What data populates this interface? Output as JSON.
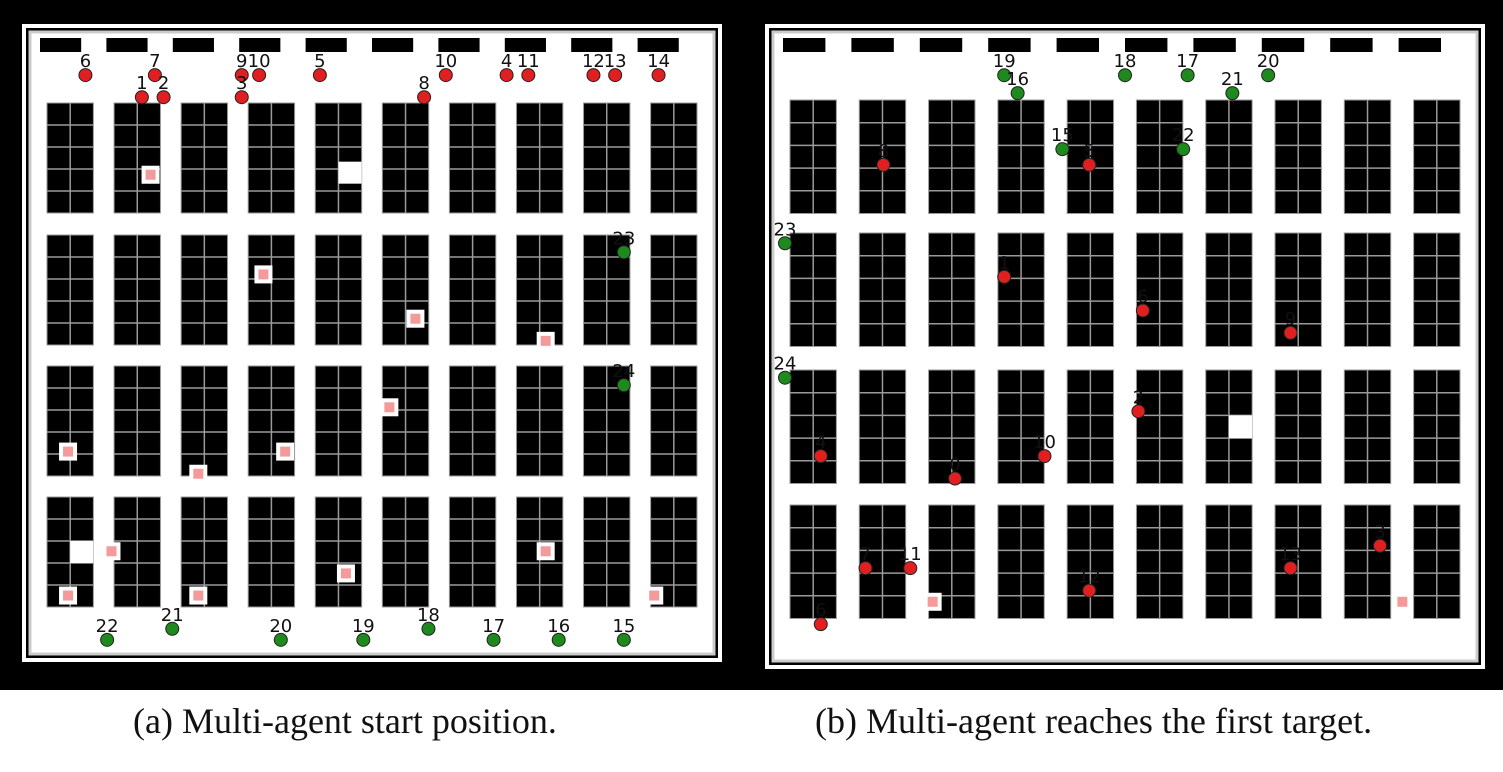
{
  "colors": {
    "frame": "#000000",
    "floor": "#ffffff",
    "shelf": "#000000",
    "shelf_grid": "#9a9a9a",
    "agent_red": "#e02020",
    "agent_green": "#1e8a1e",
    "target": "#f39a9a"
  },
  "panels": [
    {
      "id": "a",
      "caption": "(a) Multi-agent start position.",
      "red_agents": [
        {
          "label": "6",
          "col": 1,
          "row": 0.5
        },
        {
          "label": "7",
          "col": 2.6,
          "row": 0.5
        },
        {
          "label": "1",
          "col": 2.3,
          "row": 1.5
        },
        {
          "label": "2",
          "col": 2.8,
          "row": 1.5
        },
        {
          "label": "9",
          "col": 4.6,
          "row": 0.5
        },
        {
          "label": "3",
          "col": 4.6,
          "row": 1.5
        },
        {
          "label": "10",
          "col": 5.0,
          "row": 0.5
        },
        {
          "label": "5",
          "col": 6.4,
          "row": 0.5
        },
        {
          "label": "8",
          "col": 8.8,
          "row": 1.5
        },
        {
          "label": "10",
          "col": 9.3,
          "row": 0.5
        },
        {
          "label": "4",
          "col": 10.7,
          "row": 0.5
        },
        {
          "label": "11",
          "col": 11.2,
          "row": 0.5
        },
        {
          "label": "12",
          "col": 12.7,
          "row": 0.5
        },
        {
          "label": "13",
          "col": 13.2,
          "row": 0.5
        },
        {
          "label": "14",
          "col": 14.2,
          "row": 0.5
        }
      ],
      "green_agents": [
        {
          "label": "22",
          "col": 1.5,
          "row": 26
        },
        {
          "label": "21",
          "col": 3.0,
          "row": 25.5
        },
        {
          "label": "20",
          "col": 5.5,
          "row": 26
        },
        {
          "label": "19",
          "col": 7.4,
          "row": 26
        },
        {
          "label": "18",
          "col": 8.9,
          "row": 25.5
        },
        {
          "label": "17",
          "col": 10.4,
          "row": 26
        },
        {
          "label": "16",
          "col": 11.9,
          "row": 26
        },
        {
          "label": "15",
          "col": 13.4,
          "row": 26
        },
        {
          "label": "23",
          "col": 13.4,
          "row": 8.5
        },
        {
          "label": "24",
          "col": 13.4,
          "row": 14.5
        }
      ],
      "targets": [
        {
          "col": 2.5,
          "row": 5
        },
        {
          "col": 5.1,
          "row": 9.5
        },
        {
          "col": 8.6,
          "row": 11.5
        },
        {
          "col": 11.6,
          "row": 12.5
        },
        {
          "col": 8.0,
          "row": 15.5
        },
        {
          "col": 0.6,
          "row": 17.5
        },
        {
          "col": 3.6,
          "row": 18.5
        },
        {
          "col": 5.6,
          "row": 17.5
        },
        {
          "col": 1.6,
          "row": 22
        },
        {
          "col": 0.6,
          "row": 24
        },
        {
          "col": 3.6,
          "row": 24
        },
        {
          "col": 7.0,
          "row": 23
        },
        {
          "col": 11.6,
          "row": 22
        },
        {
          "col": 14.1,
          "row": 24
        }
      ],
      "gaps": [
        {
          "block": 4,
          "rows": [
            4
          ]
        },
        {
          "block": 30,
          "rows": [
            3
          ]
        }
      ]
    },
    {
      "id": "b",
      "caption": "(b) Multi-agent reaches the first target.",
      "red_agents": [
        {
          "label": "8",
          "col": 2.2,
          "row": 4.5
        },
        {
          "label": "5",
          "col": 6.8,
          "row": 4.5
        },
        {
          "label": "1",
          "col": 4.9,
          "row": 9.5
        },
        {
          "label": "6",
          "col": 8.0,
          "row": 11
        },
        {
          "label": "9",
          "col": 11.3,
          "row": 12
        },
        {
          "label": "2",
          "col": 7.9,
          "row": 15.5
        },
        {
          "label": "4",
          "col": 0.8,
          "row": 17.5
        },
        {
          "label": "10",
          "col": 5.8,
          "row": 17.5
        },
        {
          "label": "0",
          "col": 3.8,
          "row": 18.5
        },
        {
          "label": "7",
          "col": 1.8,
          "row": 22.5
        },
        {
          "label": "11",
          "col": 2.8,
          "row": 22.5
        },
        {
          "label": "12",
          "col": 6.8,
          "row": 23.5
        },
        {
          "label": "13",
          "col": 11.3,
          "row": 22.5
        },
        {
          "label": "3",
          "col": 13.3,
          "row": 21.5
        },
        {
          "label": "6",
          "col": 0.8,
          "row": 25
        }
      ],
      "green_agents": [
        {
          "label": "19",
          "col": 4.9,
          "row": 0.5
        },
        {
          "label": "16",
          "col": 5.2,
          "row": 1.3
        },
        {
          "label": "18",
          "col": 7.6,
          "row": 0.5
        },
        {
          "label": "17",
          "col": 9.0,
          "row": 0.5
        },
        {
          "label": "20",
          "col": 10.8,
          "row": 0.5
        },
        {
          "label": "21",
          "col": 10.0,
          "row": 1.3
        },
        {
          "label": "15",
          "col": 6.2,
          "row": 3.8
        },
        {
          "label": "22",
          "col": 8.9,
          "row": 3.8
        },
        {
          "label": "23",
          "col": 0,
          "row": 8
        },
        {
          "label": "24",
          "col": 0,
          "row": 14
        }
      ],
      "targets": [
        {
          "col": 3.3,
          "row": 24
        },
        {
          "col": 13.8,
          "row": 24
        }
      ],
      "gaps": [
        {
          "block": 26,
          "rows": [
            3
          ]
        }
      ]
    }
  ]
}
